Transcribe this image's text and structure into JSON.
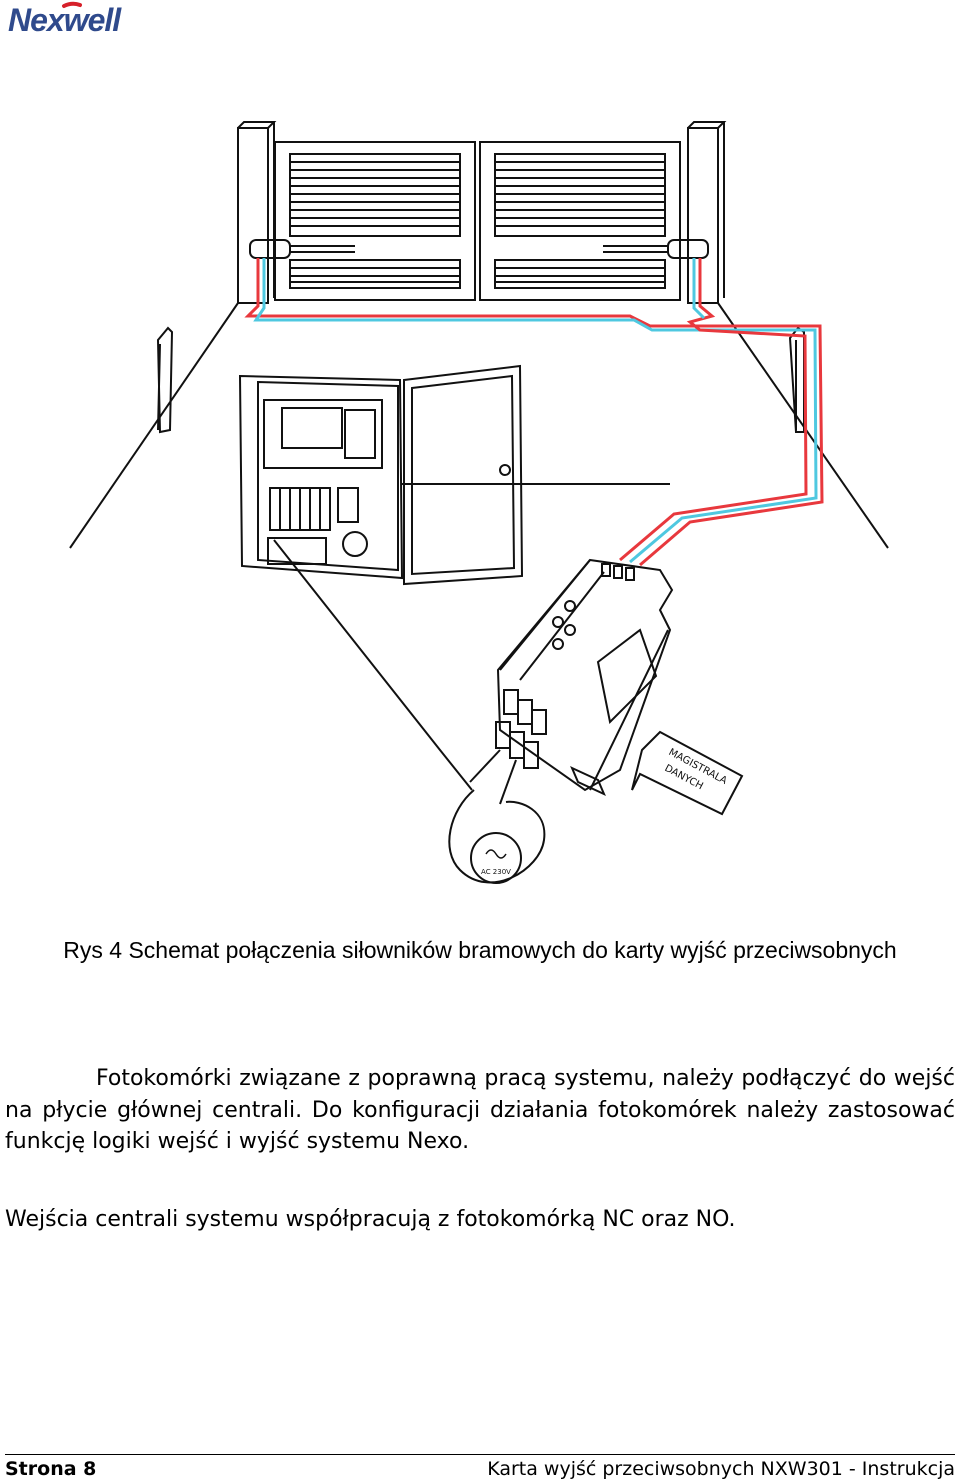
{
  "header": {
    "logo_text": "Nexwell"
  },
  "figure": {
    "labels": {
      "data_bus_line1": "MAGISTRALA",
      "data_bus_line2": "DANYCH",
      "power_source": "AC 230V"
    }
  },
  "caption": {
    "text": "Rys 4 Schemat połączenia siłowników bramowych do karty wyjść przeciwsobnych"
  },
  "body": {
    "paragraph1": "Fotokomórki związane z poprawną pracą systemu, należy podłączyć do wejść na płycie głównej centrali. Do konfiguracji działania fotokomórek należy zastosować funkcję logiki wejść i wyjść systemu Nexo.",
    "paragraph2": "Wejścia centrali systemu współpracują z fotokomórką NC oraz NO."
  },
  "footer": {
    "page_label": "Strona 8",
    "document_title": "Karta wyjść przeciwsobnych  NXW301 - Instrukcja"
  },
  "colors": {
    "logo_blue": "#2f4a8c",
    "logo_red": "#d6202a",
    "wire_red": "#e8383d",
    "wire_cyan": "#4fc8e0"
  }
}
